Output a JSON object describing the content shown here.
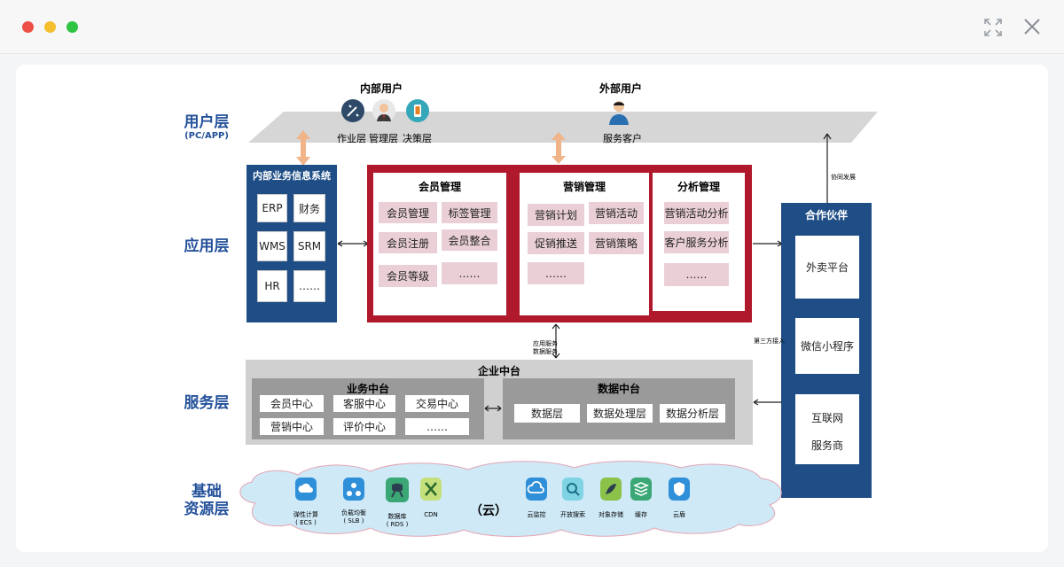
{
  "window": {
    "colors": {
      "close": "#ed4f46",
      "minimize": "#f5be2f",
      "maximize": "#2fc444"
    }
  },
  "layers": {
    "user": "用户层",
    "user_sub": "(PC/APP)",
    "app": "应用层",
    "service": "服务层",
    "infra_1": "基础",
    "infra_2": "资源层"
  },
  "users": {
    "internal_title": "内部用户",
    "internal": [
      "作业层",
      "管理层",
      "决策层"
    ],
    "external_title": "外部用户",
    "external": "服务客户"
  },
  "internal_system": {
    "title": "内部业务信息系统",
    "items": [
      "ERP",
      "财务",
      "WMS",
      "SRM",
      "HR",
      "……"
    ]
  },
  "member_mgmt": {
    "title": "会员管理",
    "items": [
      "会员管理",
      "标签管理",
      "会员注册",
      "会员整合",
      "会员等级",
      "……"
    ]
  },
  "marketing_mgmt": {
    "title": "营销管理",
    "items": [
      "营销计划",
      "营销活动",
      "促销推送",
      "营销策略",
      "……"
    ]
  },
  "analysis_mgmt": {
    "title": "分析管理",
    "items": [
      "营销活动分析",
      "客户服务分析",
      "……"
    ]
  },
  "partners": {
    "title": "合作伙伴",
    "items": [
      "外卖平台",
      "微信小程序",
      "互联网",
      "服务商"
    ]
  },
  "annotations": {
    "coop": "协同发展",
    "third_party": "第三方接入",
    "app_service": "应用服务",
    "data_service": "数据服务"
  },
  "enterprise": {
    "title": "企业中台",
    "business_title": "业务中台",
    "business_items": [
      "会员中心",
      "客服中心",
      "交易中心",
      "营销中心",
      "评价中心",
      "……"
    ],
    "data_title": "数据中台",
    "data_items": [
      "数据层",
      "数据处理层",
      "数据分析层"
    ]
  },
  "cloud": {
    "center_label": "（云）",
    "services": [
      {
        "label": "弹性计算",
        "sub": "( ECS )",
        "icon": "elastic-compute-icon",
        "color": "#2f8fd8"
      },
      {
        "label": "负载均衡",
        "sub": "( SLB )",
        "icon": "load-balancer-icon",
        "color": "#2f8fd8"
      },
      {
        "label": "数据库",
        "sub": "( RDS )",
        "icon": "database-icon",
        "color": "#3aa775"
      },
      {
        "label": "CDN",
        "sub": "",
        "icon": "cdn-icon",
        "color": "#7cb342"
      },
      {
        "label": "云监控",
        "sub": "",
        "icon": "cloud-monitor-icon",
        "color": "#2f8fd8"
      },
      {
        "label": "开放搜索",
        "sub": "",
        "icon": "open-search-icon",
        "color": "#2fb0c8"
      },
      {
        "label": "对象存储",
        "sub": "",
        "icon": "object-storage-icon",
        "color": "#5aa545"
      },
      {
        "label": "缓存",
        "sub": "",
        "icon": "cache-icon",
        "color": "#3aa775"
      },
      {
        "label": "云盾",
        "sub": "",
        "icon": "cloud-shield-icon",
        "color": "#2f8fd8"
      }
    ]
  },
  "colors": {
    "blue": "#1f4e86",
    "red": "#b0192b",
    "pink": "#ead0d6",
    "gray": "#d0d0d0",
    "dark_gray": "#9a9a9a",
    "label_blue": "#24519a",
    "cloud": "#cfe9f7"
  }
}
